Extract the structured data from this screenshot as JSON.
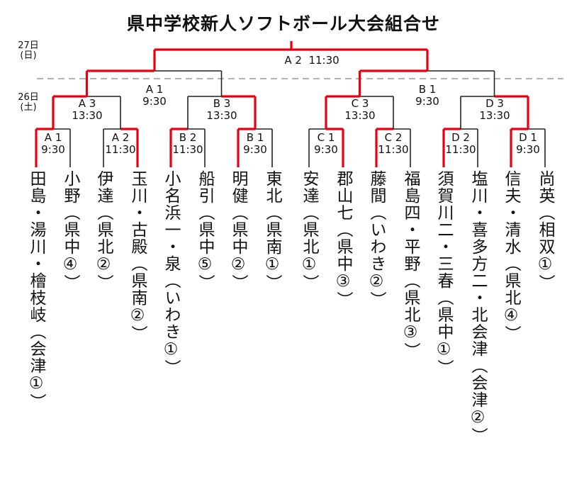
{
  "title": "県中学校新人ソフトボール大会組合せ",
  "days": [
    {
      "date": "27日",
      "weekday": "(日)"
    },
    {
      "date": "26日",
      "weekday": "(土)"
    }
  ],
  "colors": {
    "winner": "#e60012",
    "line": "#222222",
    "dashed": "#999999"
  },
  "final": {
    "court": "A 2",
    "time": "11:30"
  },
  "semifinals": [
    {
      "court": "A 1",
      "time": "9:30"
    },
    {
      "court": "B 1",
      "time": "9:30"
    }
  ],
  "quarterfinals": [
    {
      "court": "A 3",
      "time": "13:30"
    },
    {
      "court": "B 3",
      "time": "13:30"
    },
    {
      "court": "C 3",
      "time": "13:30"
    },
    {
      "court": "D 3",
      "time": "13:30"
    }
  ],
  "first_round": [
    {
      "court": "A 1",
      "time": "9:30"
    },
    {
      "court": "A 2",
      "time": "11:30"
    },
    {
      "court": "B 2",
      "time": "11:30"
    },
    {
      "court": "B 1",
      "time": "9:30"
    },
    {
      "court": "C 1",
      "time": "9:30"
    },
    {
      "court": "C 2",
      "time": "11:30"
    },
    {
      "court": "D 2",
      "time": "11:30"
    },
    {
      "court": "D 1",
      "time": "9:30"
    }
  ],
  "teams": [
    "田島・湯川・檜枝岐（会津①）",
    "小野（県中④）",
    "伊達（県北②）",
    "玉川・古殿（県南②）",
    "小名浜一・泉（いわき①）",
    "船引（県中⑤）",
    "明健（県中②）",
    "東北（県南①）",
    "安達（県北①）",
    "郡山七（県中③）",
    "藤間（いわき②）",
    "福島四・平野（県北③）",
    "須賀川二・三春（県中①）",
    "塩川・喜多方二・北会津（会津②）",
    "信夫・清水（県北④）",
    "尚英（相双①）"
  ]
}
